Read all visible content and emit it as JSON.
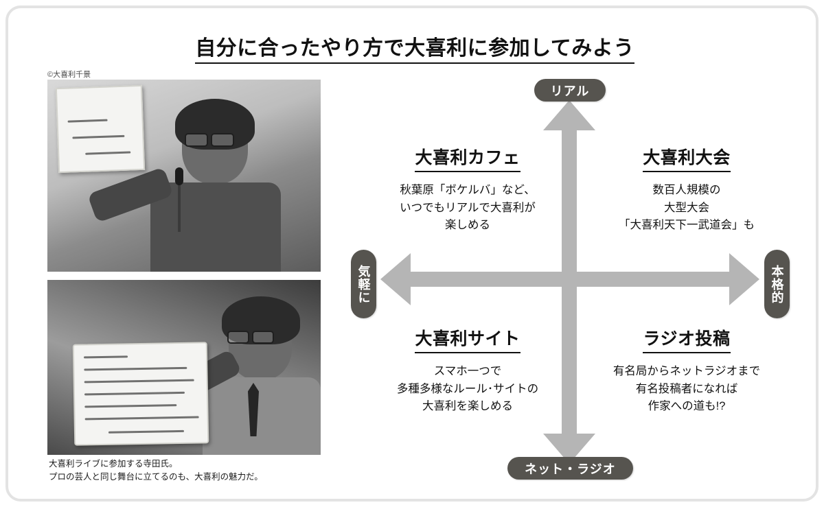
{
  "page": {
    "title": "自分に合ったやり方で大喜利に参加してみよう",
    "frame_color": "#e3e3e3",
    "background": "#ffffff"
  },
  "photos": {
    "credit": "©大喜利千景",
    "caption": "大喜利ライブに参加する寺田氏。\nプロの芸人と同じ舞台に立てるのも、大喜利の魅力だ。",
    "items": [
      {
        "name": "photo-man-with-microphone-and-whiteboard",
        "alt": "マイクとホワイトボードを持つ男性（モノクロ写真）"
      },
      {
        "name": "photo-man-in-suit-holding-whiteboard",
        "alt": "スーツ姿でホワイトボードを掲げる寺田氏（モノクロ写真）"
      }
    ]
  },
  "matrix": {
    "axis_color": "#b5b5b5",
    "pill_color": "#56544f",
    "pill_text_color": "#ffffff",
    "axes": {
      "top": "リアル",
      "bottom": "ネット・ラジオ",
      "left": "気軽に",
      "right": "本格的"
    },
    "quadrants": [
      {
        "position": "top-left",
        "heading": "大喜利カフェ",
        "body": "秋葉原「ボケルバ」など、\nいつでもリアルで大喜利が\n楽しめる"
      },
      {
        "position": "top-right",
        "heading": "大喜利大会",
        "body": "数百人規模の\n大型大会\n「大喜利天下一武道会」も"
      },
      {
        "position": "bottom-left",
        "heading": "大喜利サイト",
        "body": "スマホ一つで\n多種多様なルール･サイトの\n大喜利を楽しめる"
      },
      {
        "position": "bottom-right",
        "heading": "ラジオ投稿",
        "body": "有名局からネットラジオまで\n有名投稿者になれば\n作家への道も!?"
      }
    ]
  }
}
